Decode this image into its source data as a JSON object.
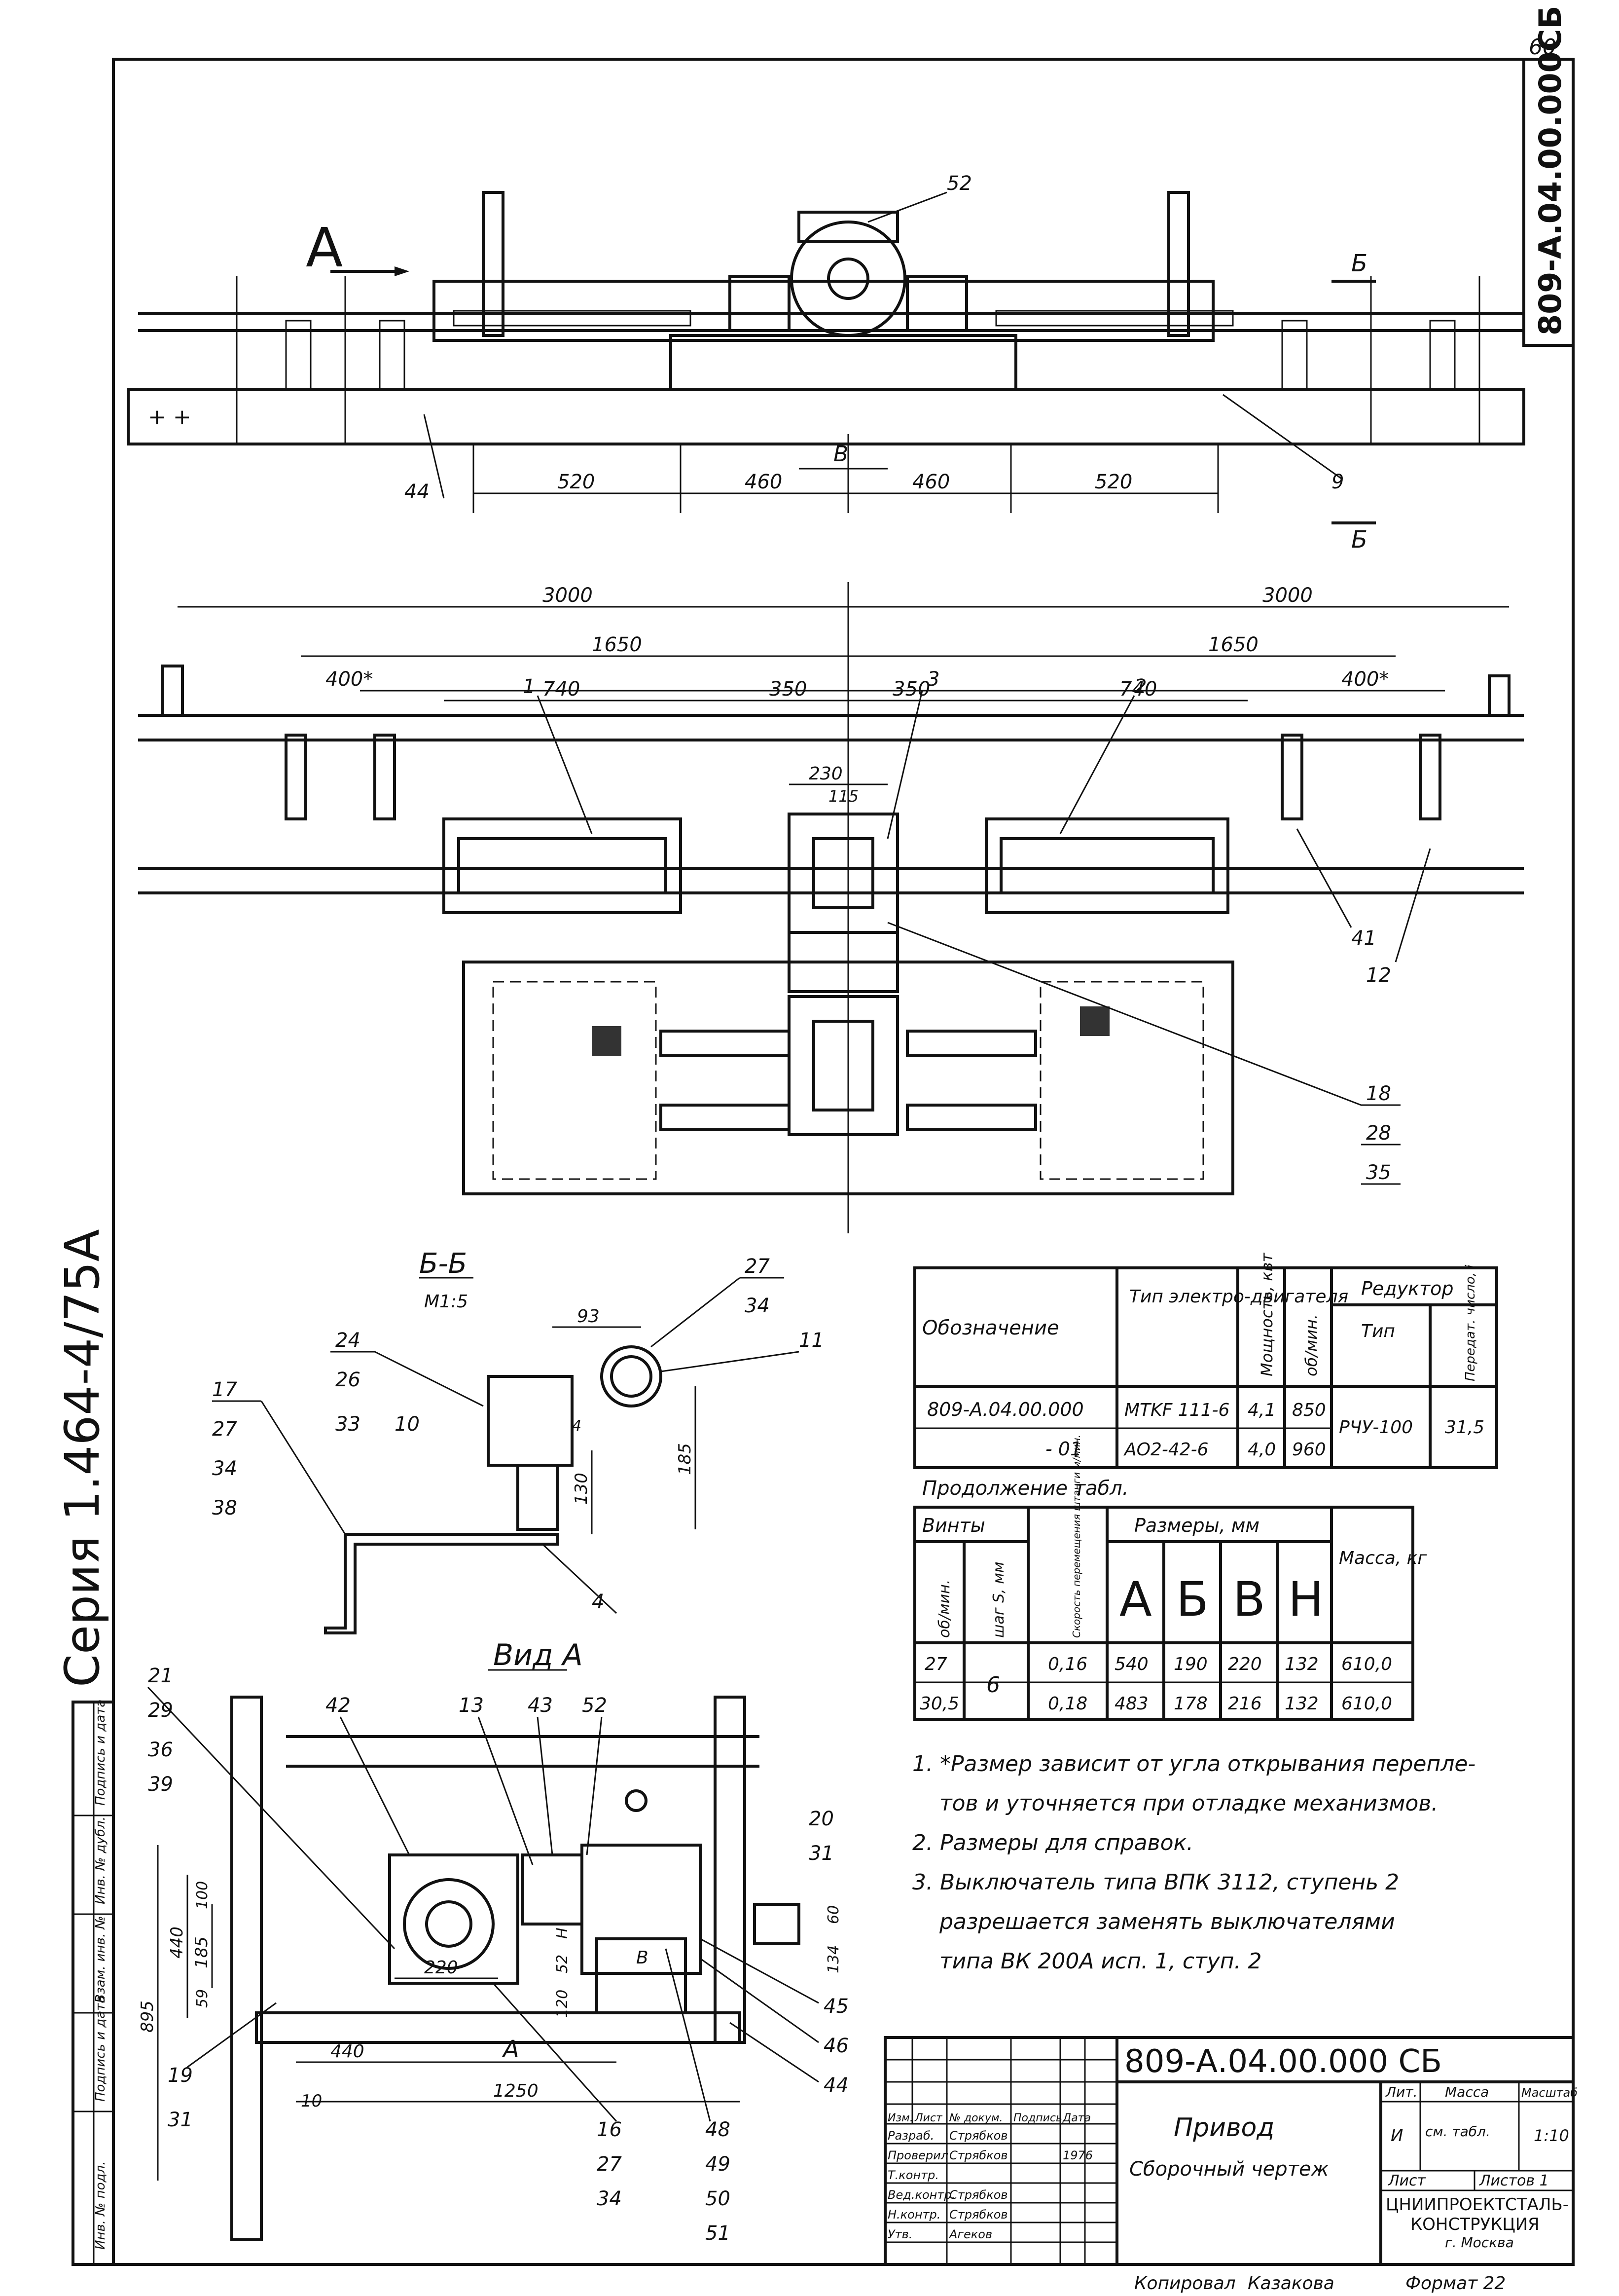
{
  "sheet": {
    "page_number": "60",
    "code_vertical": "809-А.04.00.000СБ",
    "series_vertical": "Серия 1.464-4/75А"
  },
  "view_top": {
    "label_a": "А",
    "label_b1": "Б",
    "label_b2": "Б",
    "dim_520_l": "520",
    "dim_460_l": "460",
    "dim_460_r": "460",
    "dim_520_r": "520",
    "dim_b": "В",
    "pos_52": "52",
    "pos_44": "44",
    "pos_9": "9"
  },
  "view_plan": {
    "dim_3000_l": "3000",
    "dim_3000_r": "3000",
    "dim_1650_l": "1650",
    "dim_1650_r": "1650",
    "dim_400_l": "400*",
    "dim_400_r": "400*",
    "dim_740_l": "740",
    "dim_350_l": "350",
    "dim_350_r": "350",
    "dim_740_r": "740",
    "dim_230": "230",
    "dim_115": "115",
    "pos_1": "1",
    "pos_2": "2",
    "pos_3": "3",
    "pos_41": "41",
    "pos_12": "12",
    "pos_18": "18",
    "pos_28": "28",
    "pos_35": "35"
  },
  "section_bb": {
    "title": "Б-Б",
    "scale": "М1:5",
    "dim_93": "93",
    "dim_130": "130",
    "dim_185": "185",
    "dim_4": "4",
    "pos": [
      "24",
      "26",
      "33",
      "10",
      "17",
      "27",
      "34",
      "38",
      "4",
      "27",
      "34",
      "11"
    ]
  },
  "view_a": {
    "title": "Вид А",
    "pos_top": [
      "21",
      "29",
      "36",
      "39",
      "42",
      "13",
      "43",
      "52"
    ],
    "pos_right": [
      "20",
      "31",
      "45",
      "46",
      "44",
      "48",
      "49",
      "50",
      "51"
    ],
    "pos_bottom": [
      "19",
      "31",
      "16",
      "27",
      "34"
    ],
    "dim_895": "895",
    "dim_440": "440",
    "dim_185": "185",
    "dim_100": "100",
    "dim_59": "59",
    "dim_220": "220",
    "dim_440h": "440",
    "dim_a": "А",
    "dim_1250": "1250",
    "dim_10": "10",
    "dim_60": "60",
    "dim_134": "134",
    "dim_52": "52",
    "dim_120": "120",
    "dim_h": "Н",
    "dim_b": "В"
  },
  "table_main": {
    "headers": {
      "designation": "Обозначение",
      "motor_type": "Тип электро-двигателя",
      "power": "Мощность, квт",
      "rpm": "об/мин.",
      "reducer": "Редуктор",
      "reducer_type": "Тип",
      "ratio": "Передат. число, i"
    },
    "rows": [
      {
        "designation": "809-А.04.00.000",
        "motor": "MTKF 111-6",
        "power": "4,1",
        "rpm": "850"
      },
      {
        "designation": "- 01",
        "motor": "АО2-42-6",
        "power": "4,0",
        "rpm": "960"
      }
    ],
    "reducer_type": "РЧУ-100",
    "ratio": "31,5"
  },
  "table_cont": {
    "caption": "Продолжение табл.",
    "headers": {
      "screws": "Винты",
      "rpm": "об/мин.",
      "pitch": "шаг S, мм",
      "speed": "Скорость перемещения штанги м/мин.",
      "sizes": "Размеры, мм",
      "a": "А",
      "b": "Б",
      "v": "В",
      "h": "Н",
      "mass": "Масса, кг"
    },
    "pitch": "6",
    "rows": [
      {
        "rpm": "27",
        "speed": "0,16",
        "a": "540",
        "b": "190",
        "v": "220",
        "h": "132",
        "mass": "610,0"
      },
      {
        "rpm": "30,5",
        "speed": "0,18",
        "a": "483",
        "b": "178",
        "v": "216",
        "h": "132",
        "mass": "610,0"
      }
    ]
  },
  "notes": [
    "1. *Размер зависит от угла открывания перепле-",
    "тов и уточняется при отладке механизмов.",
    "2. Размеры для справок.",
    "3. Выключатель типа ВПК 3112, ступень 2",
    "разрешается заменять выключателями",
    "типа ВК 200А исп. 1, ступ. 2"
  ],
  "title_block": {
    "code": "809-А.04.00.000 СБ",
    "name": "Привод",
    "subtitle": "Сборочный чертеж",
    "lit_label": "Лит.",
    "lit": "И",
    "mass_label": "Масса",
    "mass": "см. табл.",
    "scale_label": "Масштаб",
    "scale": "1:10",
    "sheet_label": "Лист",
    "sheets_label": "Листов 1",
    "org1": "ЦНИИПРОЕКТСТАЛЬ-",
    "org2": "КОНСТРУКЦИЯ",
    "org3": "г. Москва",
    "hdr": [
      "Изм.",
      "Лист",
      "№ докум.",
      "Подпись",
      "Дата"
    ],
    "roles": [
      {
        "role": "Разраб.",
        "name": "Стрябков"
      },
      {
        "role": "Проверил",
        "name": "Стрябков"
      },
      {
        "role": "Т.контр.",
        "name": ""
      },
      {
        "role": "Вед.контр.",
        "name": "Стрябков"
      },
      {
        "role": "Н.контр.",
        "name": "Стрябков"
      },
      {
        "role": "Утв.",
        "name": "Агеков"
      }
    ],
    "year": "1976"
  },
  "footer": {
    "copied_label": "Копировал",
    "copied_name": "Казакова",
    "format_label": "Формат 22"
  },
  "left_strip": [
    "Инв. № подл.",
    "Подпись и дата",
    "Взам. инв. №",
    "Инв. № дубл.",
    "Подпись и дата"
  ]
}
